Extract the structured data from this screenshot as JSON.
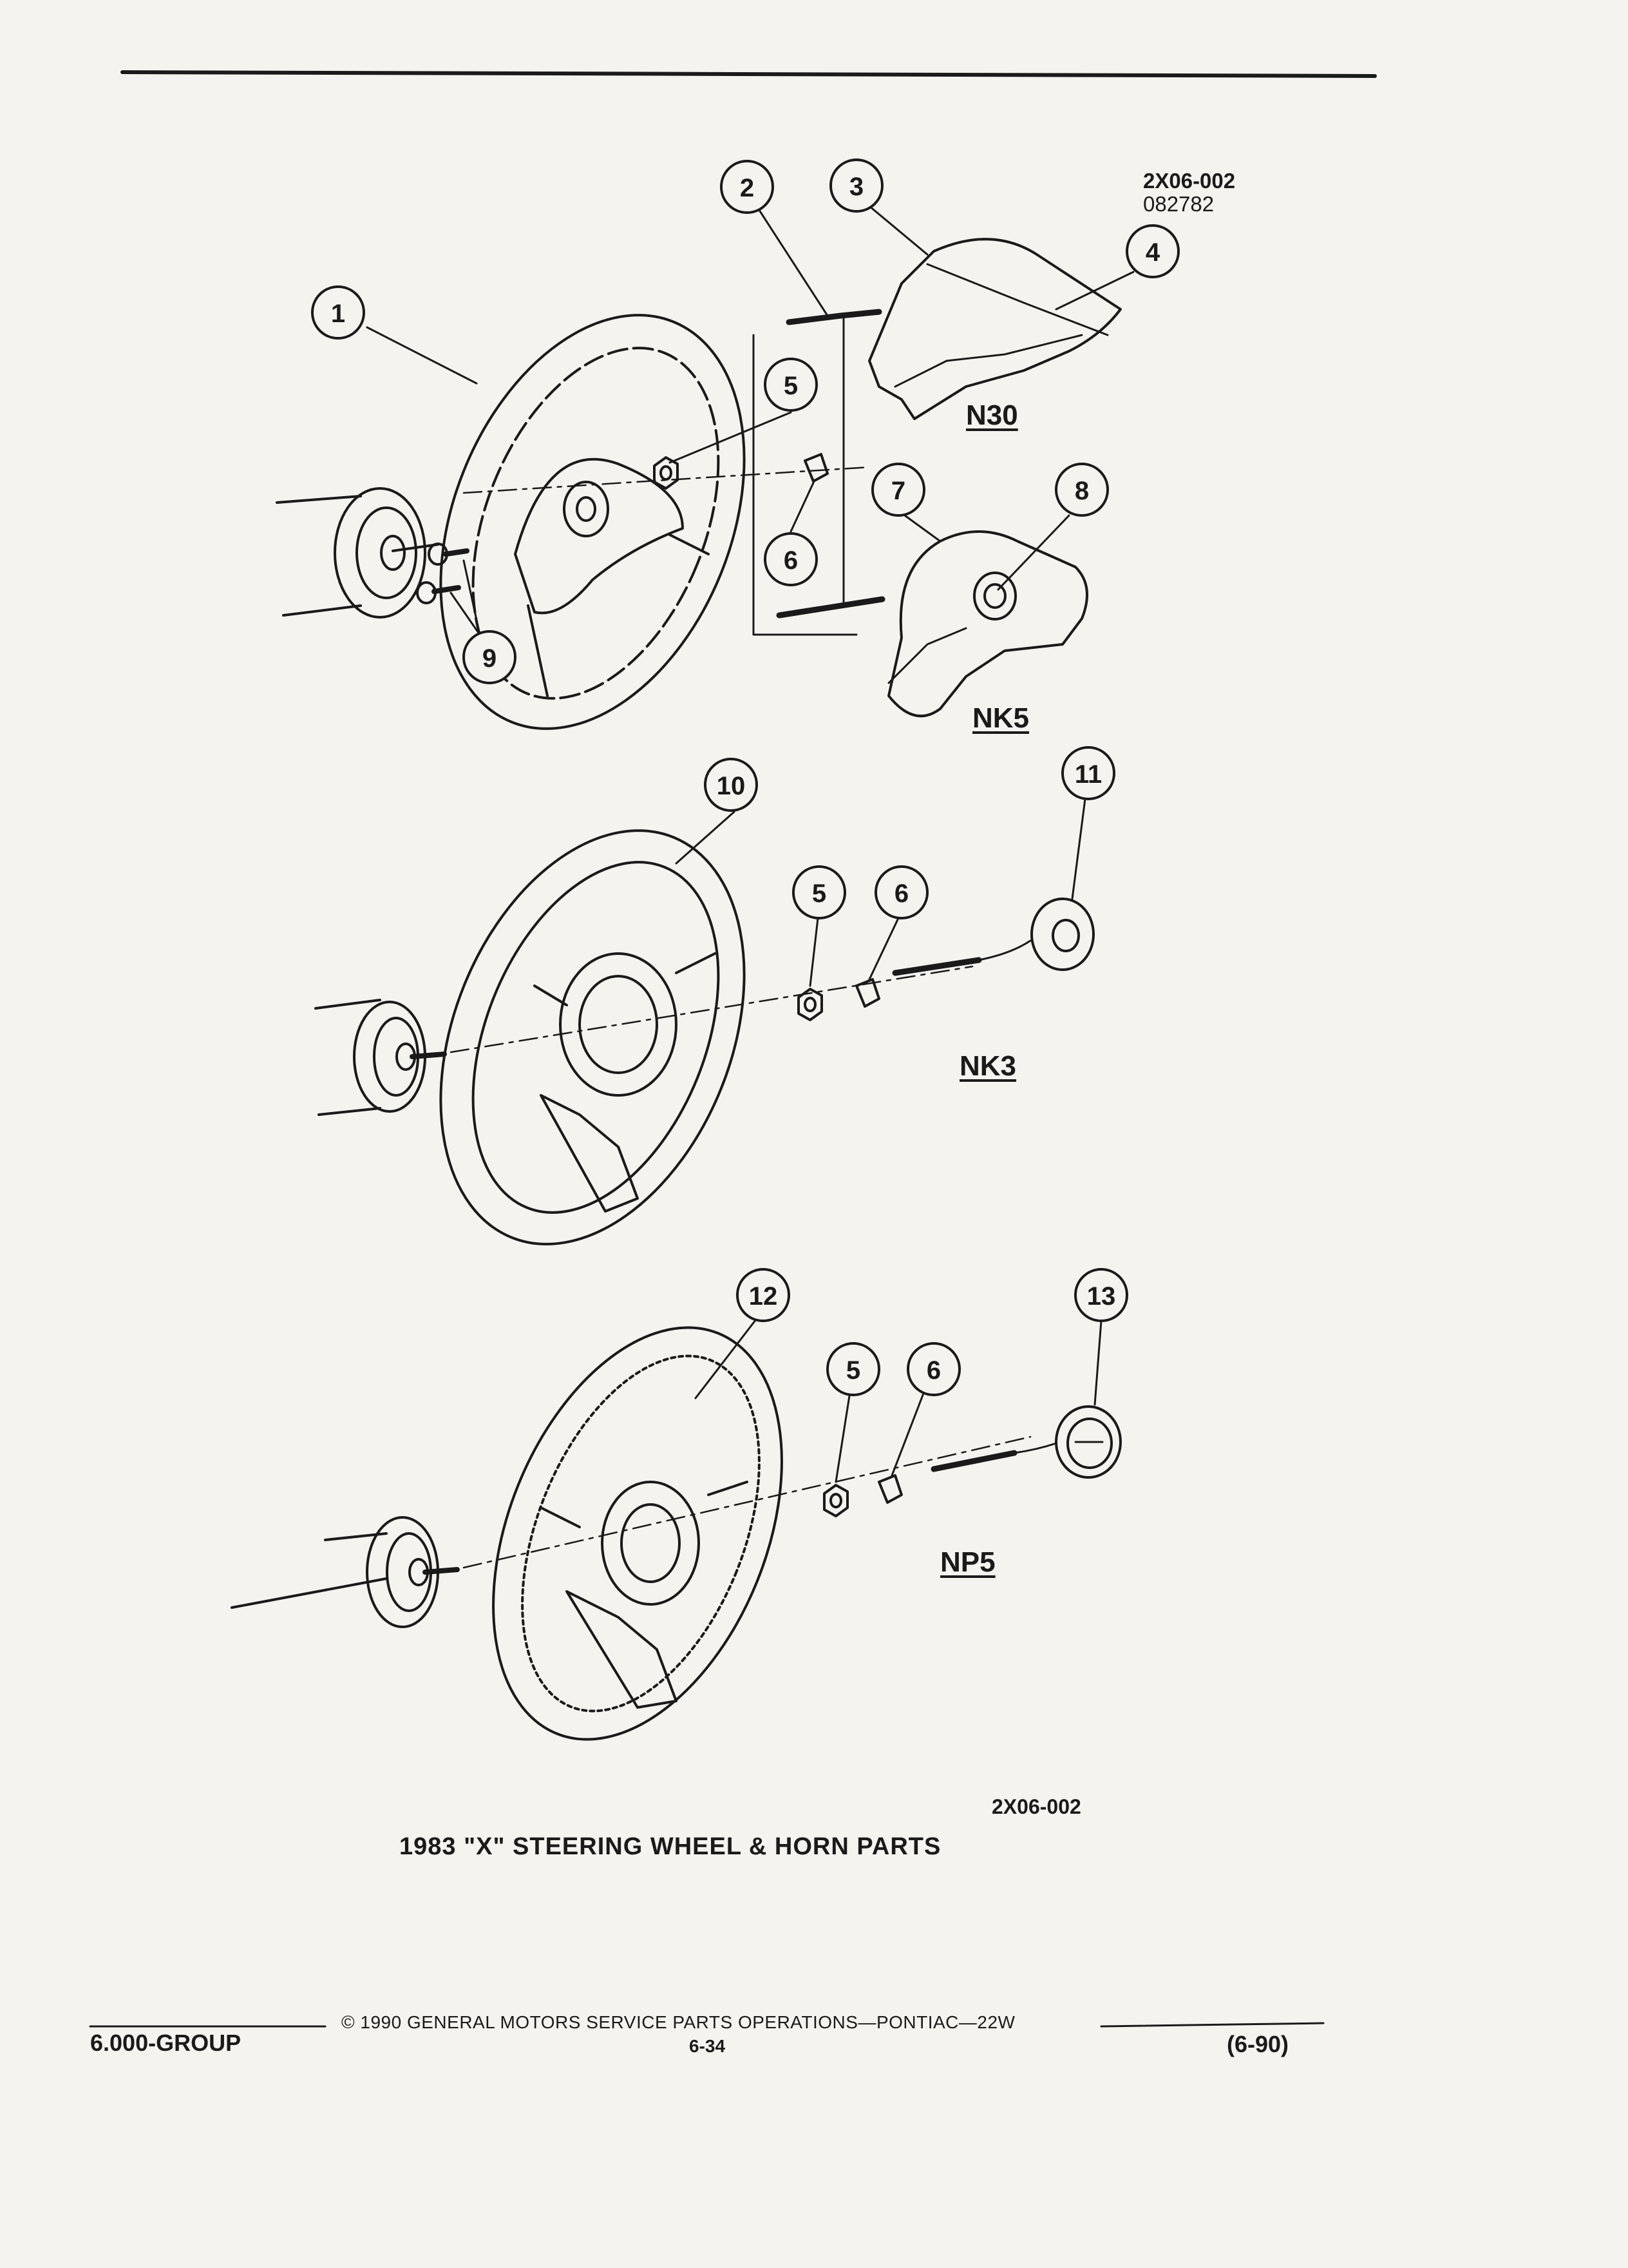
{
  "header": {
    "ref_code": "2X06-002",
    "ref_date": "082782"
  },
  "callouts": [
    {
      "id": "1"
    },
    {
      "id": "2"
    },
    {
      "id": "3"
    },
    {
      "id": "4"
    },
    {
      "id": "5"
    },
    {
      "id": "6"
    },
    {
      "id": "7"
    },
    {
      "id": "8"
    },
    {
      "id": "9"
    },
    {
      "id": "10"
    },
    {
      "id": "11"
    },
    {
      "id": "5"
    },
    {
      "id": "6"
    },
    {
      "id": "12"
    },
    {
      "id": "13"
    },
    {
      "id": "5"
    },
    {
      "id": "6"
    }
  ],
  "variants": {
    "n30": "N30",
    "nk5": "NK5",
    "nk3": "NK3",
    "np5": "NP5"
  },
  "caption": {
    "ref_code": "2X06-002",
    "title": "1983 \"X\" STEERING WHEEL & HORN PARTS"
  },
  "footer": {
    "group": "6.000-GROUP",
    "copyright": "© 1990 GENERAL MOTORS SERVICE PARTS OPERATIONS—PONTIAC—22W",
    "page": "6-34",
    "date": "(6-90)"
  }
}
